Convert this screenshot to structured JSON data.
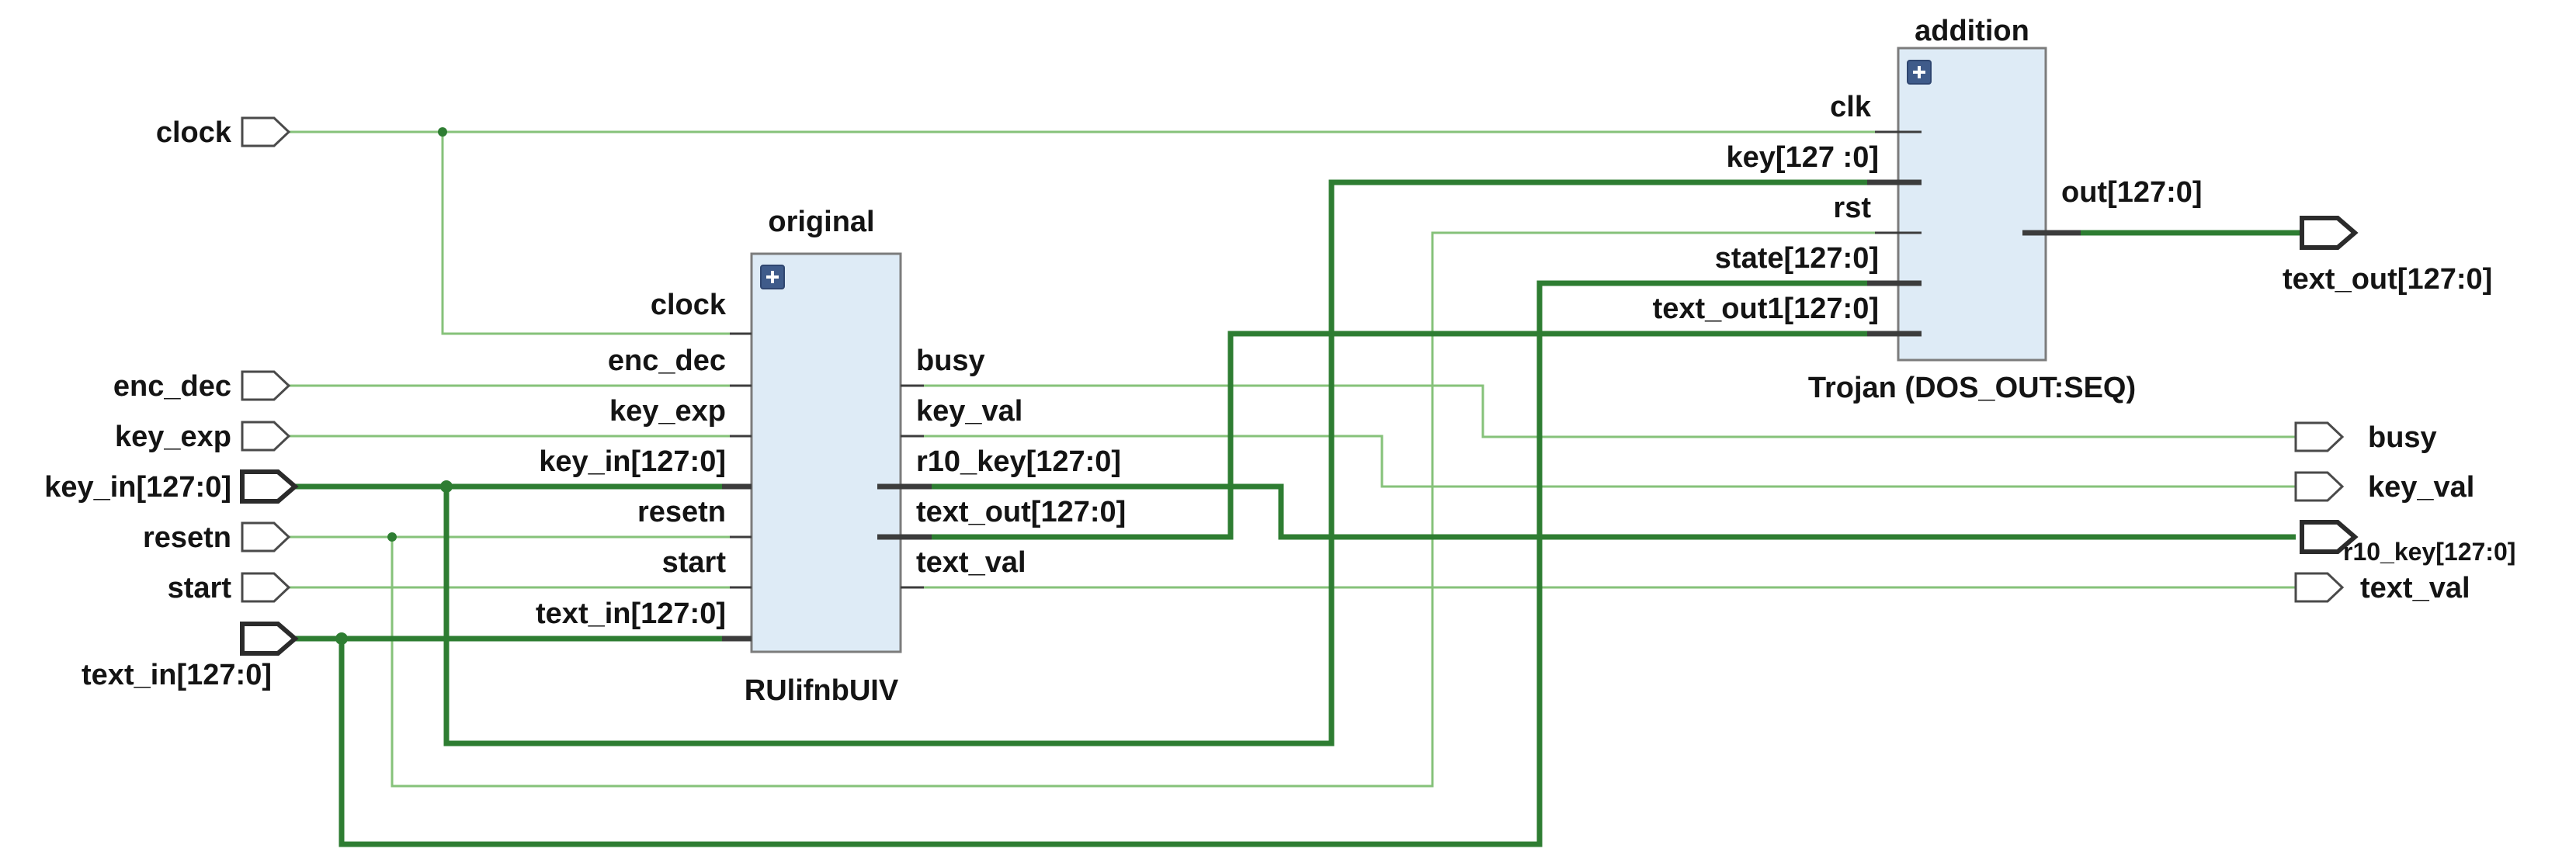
{
  "blocks": {
    "original": {
      "instance_label": "original",
      "module_label": "RUlifnbUIV",
      "inputs": [
        "clock",
        "enc_dec",
        "key_exp",
        "key_in[127:0]",
        "resetn",
        "start",
        "text_in[127:0]"
      ],
      "outputs": [
        "busy",
        "key_val",
        "r10_key[127:0]",
        "text_out[127:0]",
        "text_val"
      ]
    },
    "addition": {
      "instance_label": "addition",
      "module_label": "Trojan (DOS_OUT:SEQ)",
      "inputs": [
        "clk",
        "key[127 :0]",
        "rst",
        "state[127:0]",
        "text_out1[127:0]"
      ],
      "outputs": [
        "out[127:0]"
      ]
    }
  },
  "input_ports": [
    "clock",
    "enc_dec",
    "key_exp",
    "key_in[127:0]",
    "resetn",
    "start",
    "text_in[127:0]"
  ],
  "output_ports": [
    "text_out[127:0]",
    "busy",
    "key_val",
    "r10_key[127:0]",
    "text_val"
  ],
  "colors": {
    "wire": "#86c27a",
    "bus": "#2e7d32",
    "block_fill": "#deebf6",
    "expand_button": "#3f5b8a"
  },
  "icons": {
    "expand": "plus-icon"
  }
}
